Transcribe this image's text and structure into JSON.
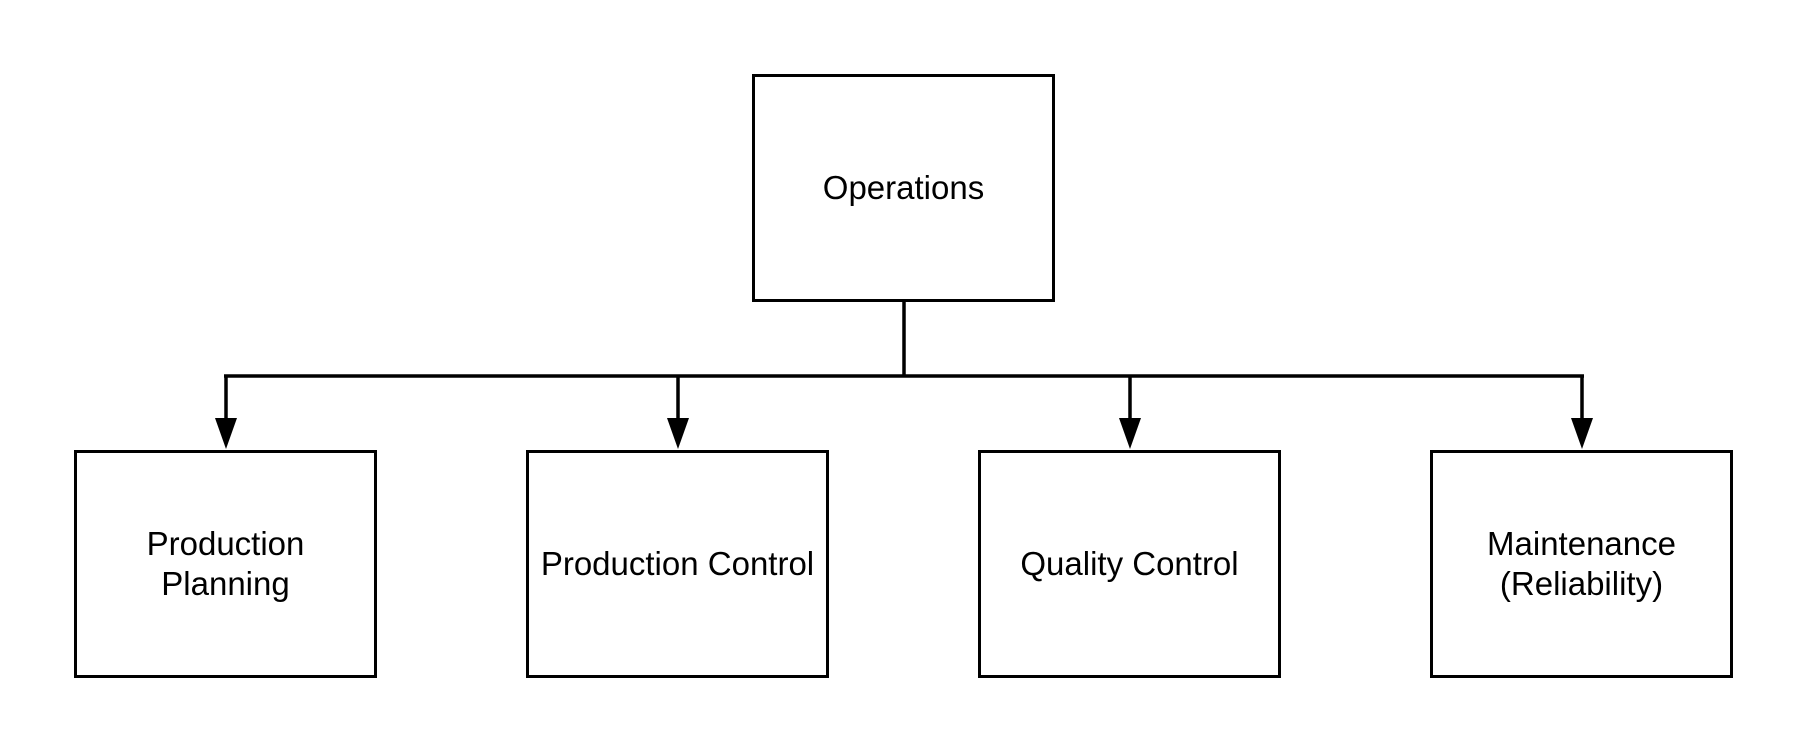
{
  "diagram": {
    "root": {
      "label": "Operations"
    },
    "children": [
      {
        "label": "Production\nPlanning"
      },
      {
        "label": "Production Control"
      },
      {
        "label": "Quality Control"
      },
      {
        "label": "Maintenance\n(Reliability)"
      }
    ],
    "colors": {
      "stroke": "#000000",
      "fill": "#ffffff",
      "text": "#000000"
    }
  }
}
